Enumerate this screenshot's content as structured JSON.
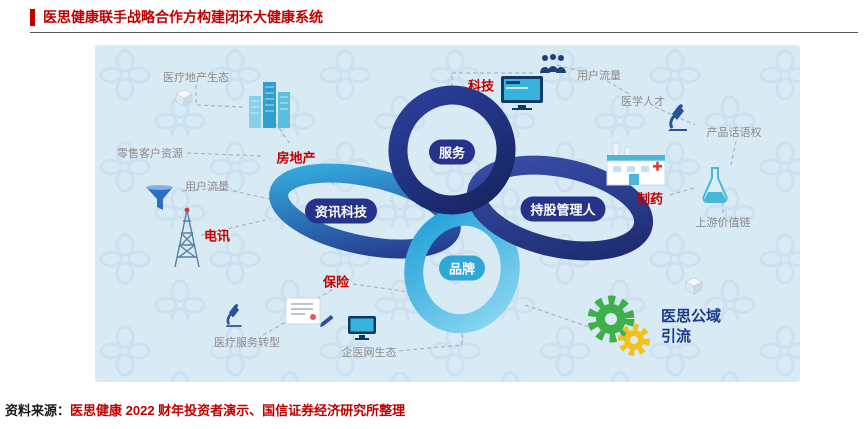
{
  "colors": {
    "accent_red": "#c00000",
    "loop_navy": "#26338b",
    "loop_teal": "#2fa8d5",
    "panel_bg": "#d8eaf4",
    "gray_label": "#8c8c8c",
    "public_domain_navy": "#1d3a8e",
    "gear_green": "#3eb049",
    "gear_yellow": "#f2c11e"
  },
  "header": {
    "title": "医思健康联手战略合作方构建闭环大健康系统"
  },
  "diagram": {
    "loops": [
      {
        "label": "服务"
      },
      {
        "label": "资讯科技"
      },
      {
        "label": "持股管理人"
      },
      {
        "label": "品牌"
      }
    ],
    "nodes": [
      {
        "label": "医疗地产生态"
      },
      {
        "label": "零售客户资源"
      },
      {
        "label": "房地产"
      },
      {
        "label": "用户流量"
      },
      {
        "label": "电讯"
      },
      {
        "label": "科技"
      },
      {
        "label": "用户流量"
      },
      {
        "label": "医学人才"
      },
      {
        "label": "产品话语权"
      },
      {
        "label": "制药"
      },
      {
        "label": "上游价值链"
      },
      {
        "label": "保险"
      },
      {
        "label": "医疗服务转型"
      },
      {
        "label": "企医网生态"
      },
      {
        "label": "医思公域引流"
      }
    ],
    "icons": [
      {
        "name": "buildings-icon"
      },
      {
        "name": "cube-icon"
      },
      {
        "name": "funnel-icon"
      },
      {
        "name": "telecom-tower-icon"
      },
      {
        "name": "monitor-icon"
      },
      {
        "name": "people-icon"
      },
      {
        "name": "microscope-icon"
      },
      {
        "name": "factory-icon"
      },
      {
        "name": "flask-icon"
      },
      {
        "name": "contract-icon"
      },
      {
        "name": "small-microscope-icon"
      },
      {
        "name": "small-monitor-icon"
      },
      {
        "name": "gears-icon"
      }
    ]
  },
  "footer": {
    "label": "资料来源：",
    "source": "医思健康 2022 财年投资者演示、国信证券经济研究所整理"
  }
}
